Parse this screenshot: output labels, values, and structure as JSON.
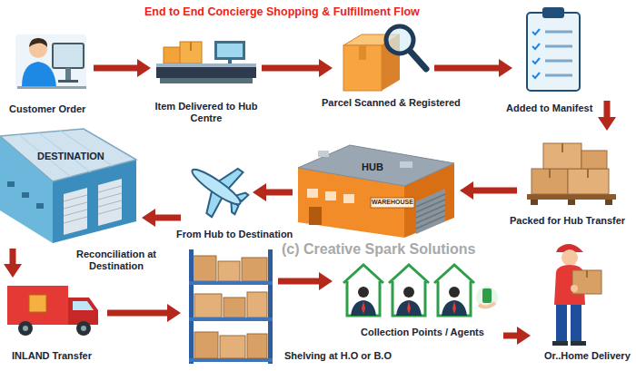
{
  "diagram": {
    "title": "End to End Concierge Shopping & Fulfillment Flow",
    "nodes": [
      {
        "text": [
          "Customer Order"
        ]
      },
      {
        "text": [
          "Item Delivered to Hub Centre"
        ]
      },
      {
        "text": [
          "Parcel Scanned & Registered"
        ]
      },
      {
        "text": [
          "Added to Manifest"
        ]
      },
      {
        "text": [
          "Packed for Hub Transfer"
        ]
      },
      {
        "text": [
          "HUB",
          "WAREHOUSE"
        ]
      },
      {
        "text": [
          "From Hub to Destination"
        ]
      },
      {
        "text": [
          "DESTINATION",
          "Reconciliation at Destination"
        ]
      },
      {
        "text": [
          "INLAND Transfer"
        ]
      },
      {
        "text": [
          "Shelving at H.O or B.O"
        ]
      },
      {
        "text": [
          "Collection Points / Agents"
        ]
      },
      {
        "text": [
          "Or..Home Delivery"
        ]
      }
    ],
    "edges": [
      {
        "from": 0,
        "to": 1,
        "arrow": "to"
      },
      {
        "from": 1,
        "to": 2,
        "arrow": "to"
      },
      {
        "from": 2,
        "to": 3,
        "arrow": "to"
      },
      {
        "from": 3,
        "to": 4,
        "arrow": "to"
      },
      {
        "from": 4,
        "to": 5,
        "arrow": "to"
      },
      {
        "from": 5,
        "to": 6,
        "arrow": "to"
      },
      {
        "from": 6,
        "to": 7,
        "arrow": "to"
      },
      {
        "from": 7,
        "to": 8,
        "arrow": "to"
      },
      {
        "from": 8,
        "to": 9,
        "arrow": "to"
      },
      {
        "from": 9,
        "to": 10,
        "arrow": "to"
      },
      {
        "from": 10,
        "to": 11,
        "arrow": "to"
      }
    ],
    "labels": [
      "(c) Creative Spark Solutions"
    ]
  }
}
